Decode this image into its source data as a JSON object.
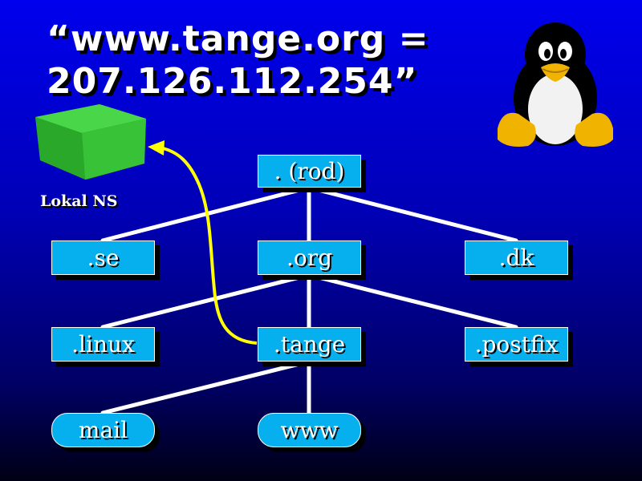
{
  "title": {
    "line1": "“www.tange.org =",
    "line2": "207.126.112.254”"
  },
  "local_ns": {
    "label": "Lokal NS"
  },
  "nodes": {
    "root": ". (rod)",
    "se": ".se",
    "org": ".org",
    "dk": ".dk",
    "linux": ".linux",
    "tange": ".tange",
    "postfix": ".postfix",
    "mail": "mail",
    "www": "www"
  },
  "colors": {
    "node_fill": "#06b0ee",
    "connector": "#ffffff",
    "query_arrow": "#ffff00",
    "cube": "#2fb82f"
  },
  "icons": [
    "green-cube-icon",
    "tux-penguin-icon"
  ]
}
